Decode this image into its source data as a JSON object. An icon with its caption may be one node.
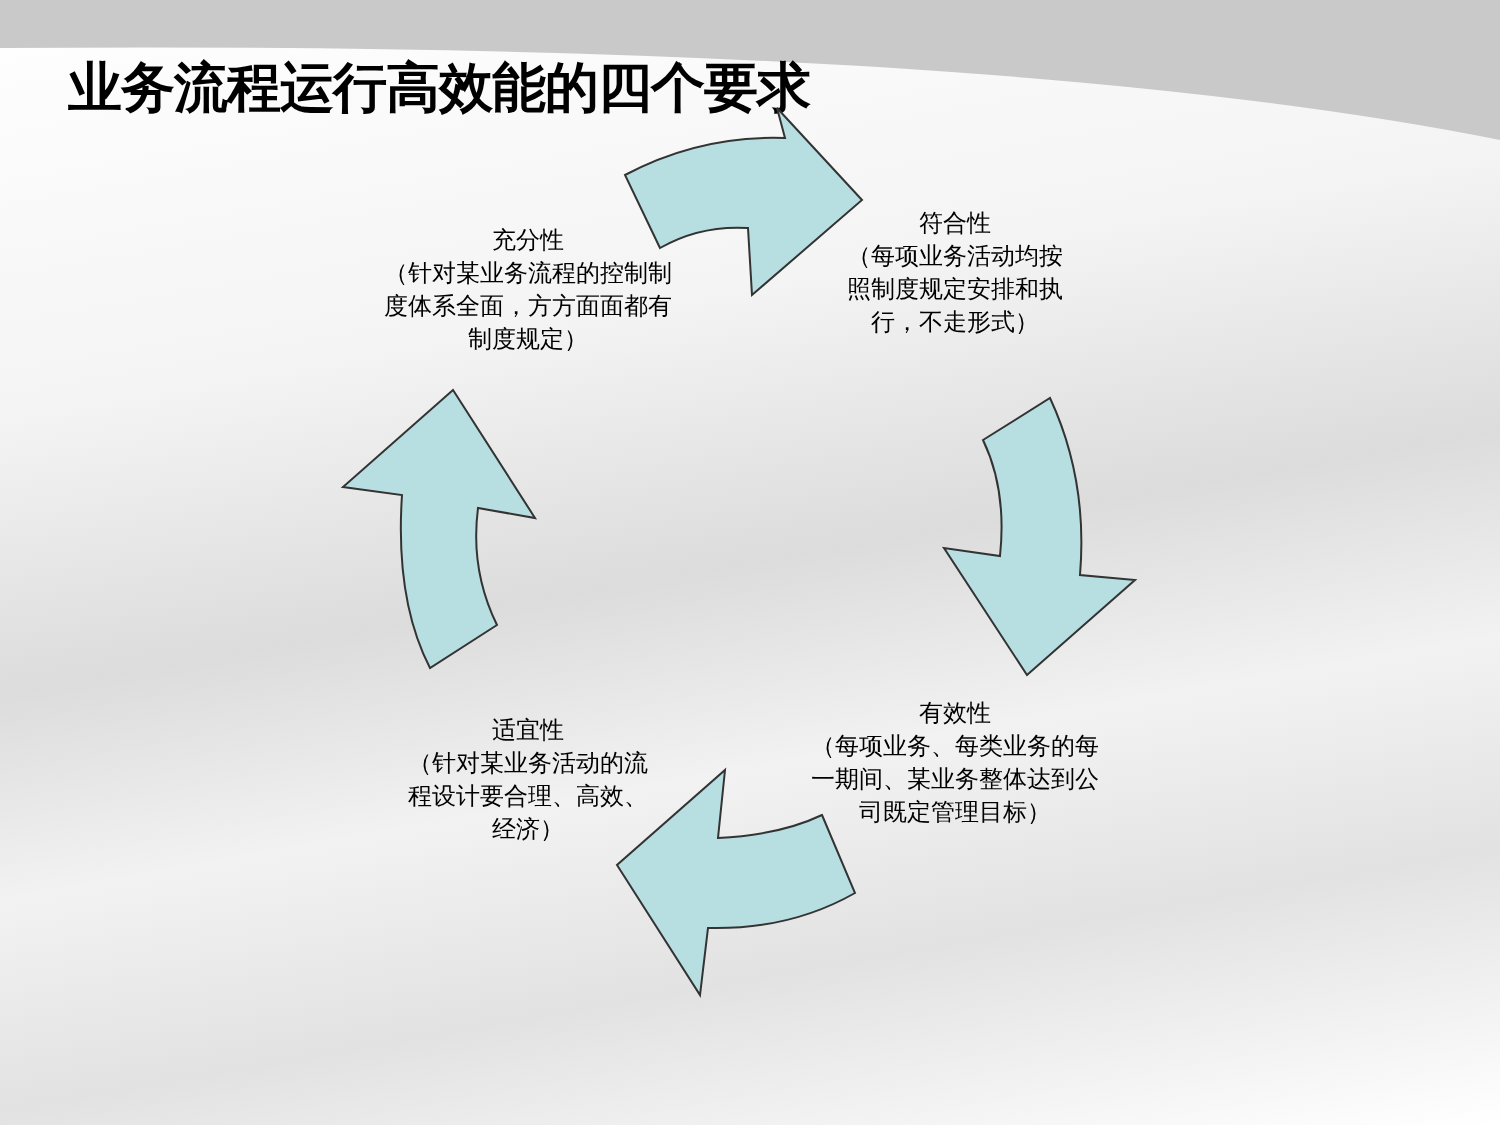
{
  "diagram": {
    "title": "业务流程运行高效能的四个要求",
    "nodes": [
      {
        "text": [
          "充分性",
          "（针对某业务流程的控制制度体系全面，方方面面都有制度规定）"
        ]
      },
      {
        "text": [
          "符合性",
          "（每项业务活动均按照制度规定安排和执行，不走形式）"
        ]
      },
      {
        "text": [
          "适宜性",
          "（针对某业务活动的流程设计要合理、高效、经济）"
        ]
      },
      {
        "text": [
          "有效性",
          "（每项业务、每类业务的每一期间、某业务整体达到公司既定管理目标）"
        ]
      }
    ],
    "edges": [
      {
        "from": 0,
        "to": 1,
        "arrow": "to"
      },
      {
        "from": 1,
        "to": 3,
        "arrow": "to"
      },
      {
        "from": 3,
        "to": 2,
        "arrow": "to"
      },
      {
        "from": 2,
        "to": 0,
        "arrow": "to"
      }
    ]
  }
}
